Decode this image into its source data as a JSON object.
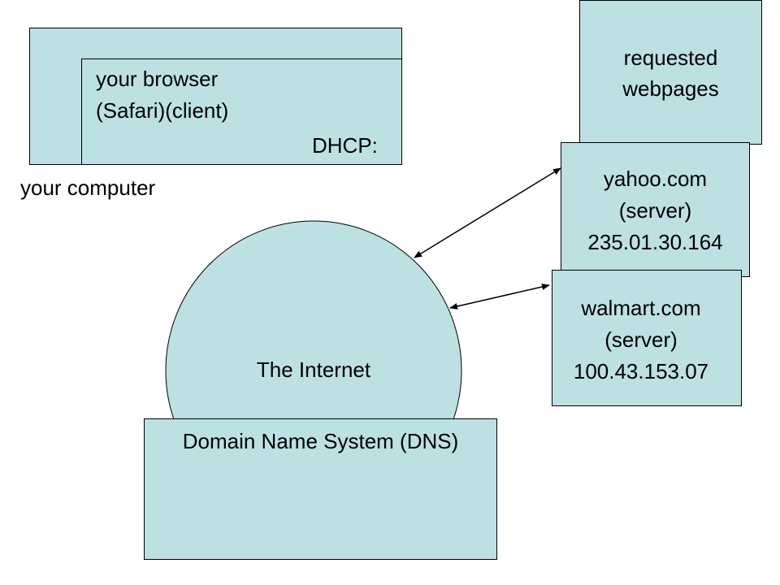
{
  "computer": {
    "browser_line1": "your browser",
    "browser_line2": "(Safari)(client)",
    "dhcp": "DHCP:",
    "label": "your computer"
  },
  "webpages": {
    "line1": "requested",
    "line2": "webpages"
  },
  "yahoo": {
    "name": "yahoo.com",
    "role": "(server)",
    "ip": "235.01.30.164"
  },
  "walmart": {
    "name": "walmart.com",
    "role": "(server)",
    "ip": "100.43.153.07"
  },
  "internet": {
    "label": "The Internet"
  },
  "dns": {
    "label": "Domain Name System (DNS)"
  },
  "colors": {
    "box_fill": "#bde0e3",
    "stroke": "#000000"
  }
}
